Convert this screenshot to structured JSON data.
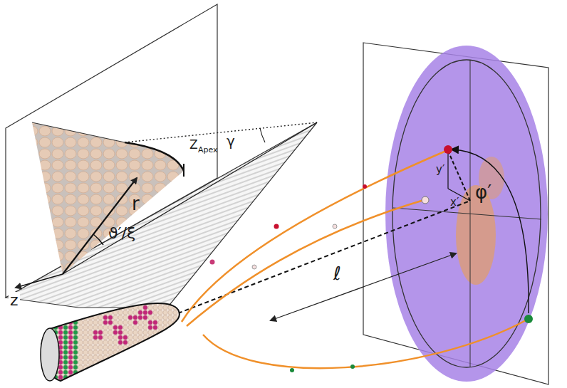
{
  "diagram": {
    "labels": [
      "r",
      "ϑ′/ξ",
      "Z",
      "Apex",
      "γ",
      "z",
      "y′",
      "x′",
      "φ′",
      "ℓ"
    ]
  }
}
